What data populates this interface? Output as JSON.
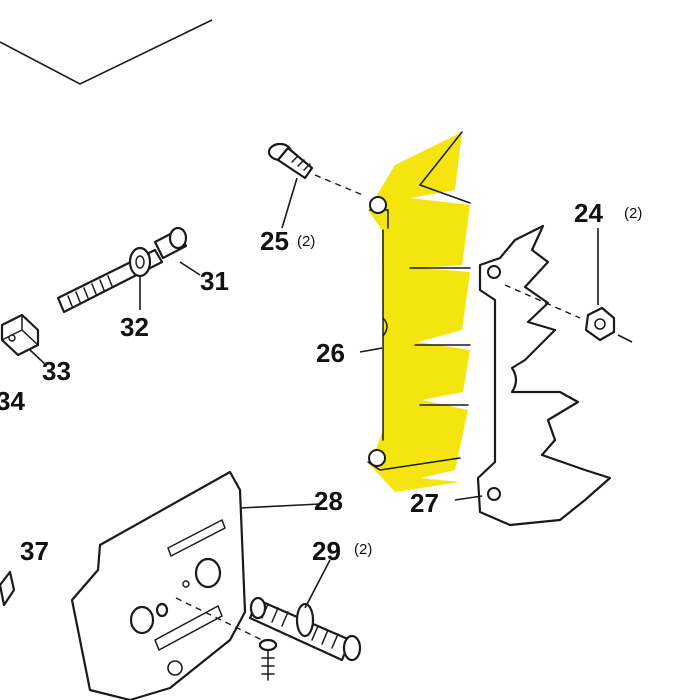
{
  "colors": {
    "highlight": "#f5e50e",
    "ink": "#1a1a1a",
    "background": "#ffffff"
  },
  "callouts": {
    "p24": {
      "number": "24",
      "qty": "(2)"
    },
    "p25": {
      "number": "25",
      "qty": "(2)"
    },
    "p26": {
      "number": "26"
    },
    "p27": {
      "number": "27"
    },
    "p28": {
      "number": "28"
    },
    "p29": {
      "number": "29",
      "qty": "(2)"
    },
    "p31": {
      "number": "31"
    },
    "p32": {
      "number": "32"
    },
    "p33": {
      "number": "33"
    },
    "p34": {
      "number": "34"
    },
    "p37": {
      "number": "37"
    }
  }
}
